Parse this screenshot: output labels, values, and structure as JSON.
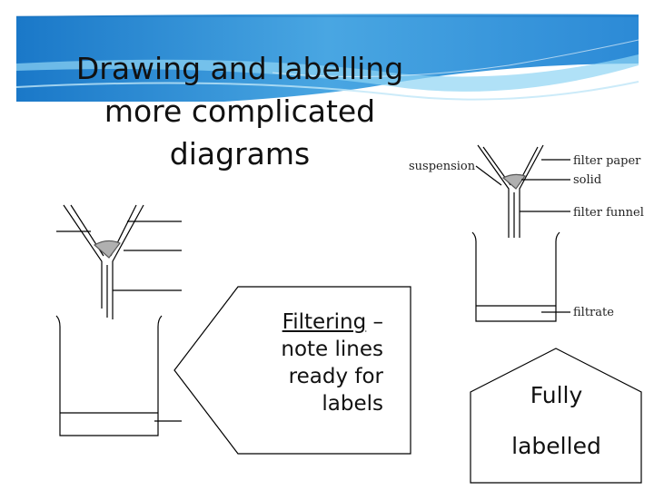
{
  "slide": {
    "title_lines": [
      "Drawing and labelling",
      "more complicated",
      "diagrams"
    ]
  },
  "labelled_diagram": {
    "labels": {
      "suspension": "suspension",
      "filter_paper": "filter paper",
      "solid": "solid",
      "filter_funnel": "filter funnel",
      "filtrate": "filtrate"
    }
  },
  "callouts": {
    "left": {
      "keyword": "Filtering",
      "dash": " –",
      "lines": [
        "note lines",
        "ready for",
        "labels"
      ]
    },
    "right": {
      "lines": [
        "Fully",
        "labelled"
      ]
    }
  },
  "colors": {
    "banner_dark": "#1273c7",
    "banner_light": "#7ccdf2",
    "line": "#000000",
    "solid_fill": "#b0b0b0"
  }
}
